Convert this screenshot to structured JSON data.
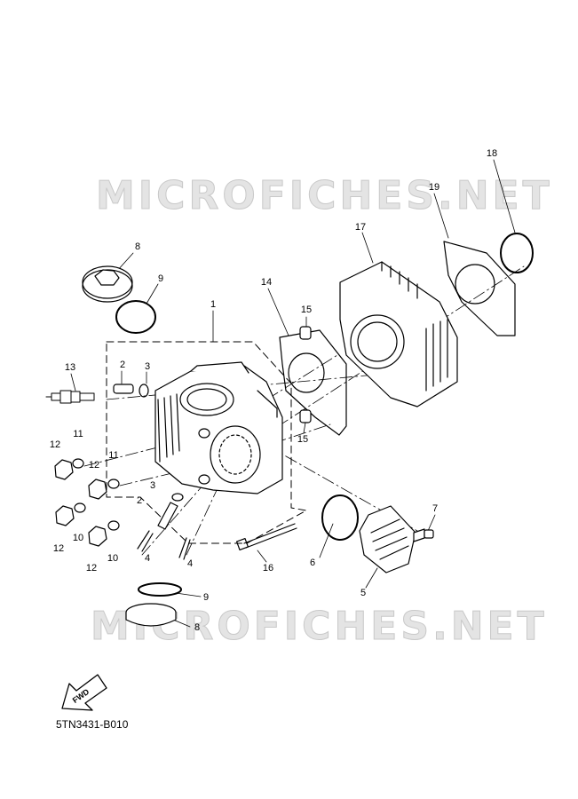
{
  "watermarks": [
    "MICROFICHES.NET",
    "MICROFICHES.NET"
  ],
  "callouts": [
    {
      "id": "c8a",
      "label": "8"
    },
    {
      "id": "c9a",
      "label": "9"
    },
    {
      "id": "c1",
      "label": "1"
    },
    {
      "id": "c13",
      "label": "13"
    },
    {
      "id": "c2a",
      "label": "2"
    },
    {
      "id": "c3a",
      "label": "3"
    },
    {
      "id": "c11a",
      "label": "11"
    },
    {
      "id": "c12a",
      "label": "12"
    },
    {
      "id": "c12b",
      "label": "12"
    },
    {
      "id": "c11b",
      "label": "11"
    },
    {
      "id": "c3b",
      "label": "3"
    },
    {
      "id": "c2b",
      "label": "2"
    },
    {
      "id": "c12c",
      "label": "12"
    },
    {
      "id": "c10a",
      "label": "10"
    },
    {
      "id": "c12d",
      "label": "12"
    },
    {
      "id": "c10b",
      "label": "10"
    },
    {
      "id": "c4a",
      "label": "4"
    },
    {
      "id": "c4b",
      "label": "4"
    },
    {
      "id": "c14",
      "label": "14"
    },
    {
      "id": "c15a",
      "label": "15"
    },
    {
      "id": "c15b",
      "label": "15"
    },
    {
      "id": "c17",
      "label": "17"
    },
    {
      "id": "c18",
      "label": "18"
    },
    {
      "id": "c19",
      "label": "19"
    },
    {
      "id": "c16",
      "label": "16"
    },
    {
      "id": "c6",
      "label": "6"
    },
    {
      "id": "c5",
      "label": "5"
    },
    {
      "id": "c7",
      "label": "7"
    },
    {
      "id": "c9b",
      "label": "9"
    },
    {
      "id": "c8b",
      "label": "8"
    }
  ],
  "fwd_label": "FWD",
  "diagram_code": "5TN3431-B010"
}
